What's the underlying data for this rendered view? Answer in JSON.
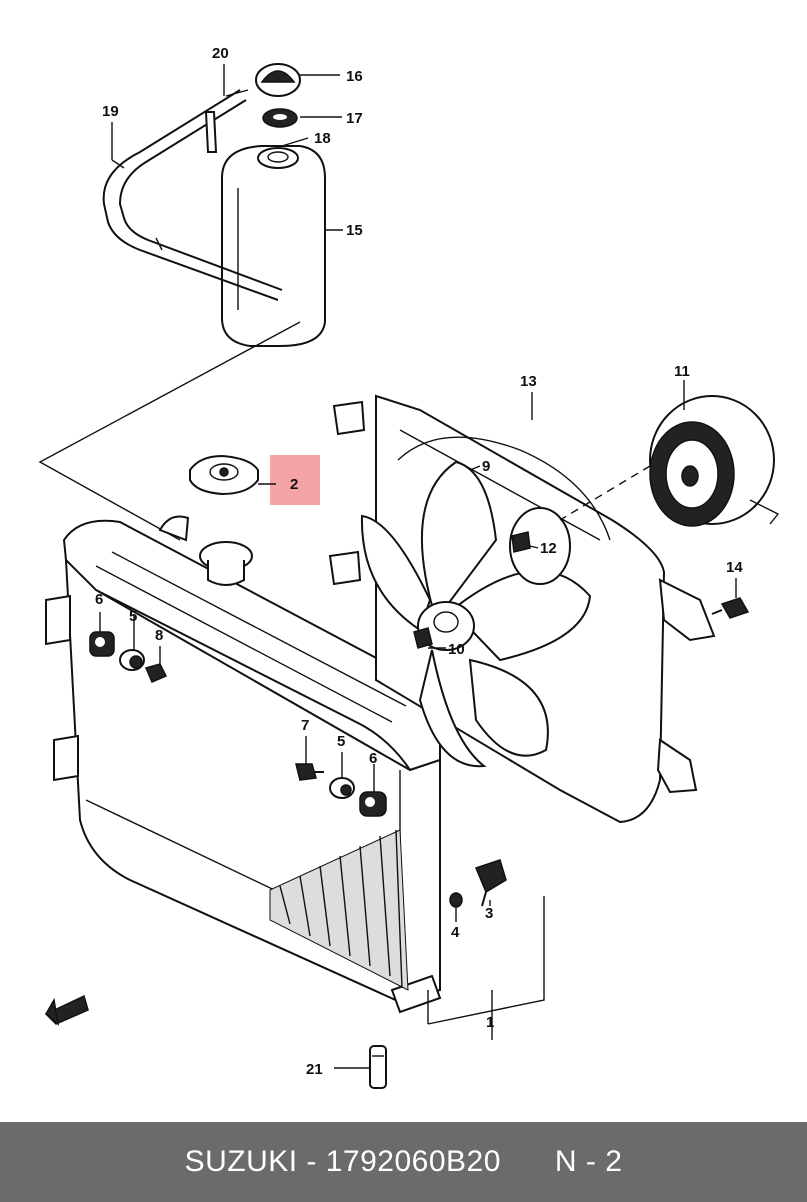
{
  "callouts": {
    "c1": "1",
    "c2": "2",
    "c3": "3",
    "c4": "4",
    "c5a": "5",
    "c5b": "5",
    "c6a": "6",
    "c6b": "6",
    "c7": "7",
    "c8": "8",
    "c9": "9",
    "c10": "10",
    "c11": "11",
    "c12": "12",
    "c13": "13",
    "c14": "14",
    "c15": "15",
    "c16": "16",
    "c17": "17",
    "c18": "18",
    "c19": "19",
    "c20": "20",
    "c21": "21"
  },
  "highlight": {
    "callout": "2",
    "color": "#f4a3a6"
  },
  "footer": {
    "part_info": "SUZUKI - 1792060B20",
    "position": "N - 2",
    "background": "#6b6b6b"
  }
}
